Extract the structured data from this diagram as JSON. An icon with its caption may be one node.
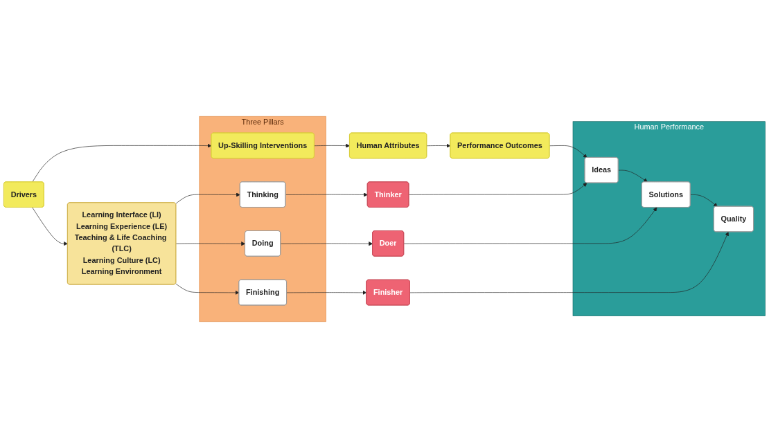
{
  "diagram": {
    "nodes": [
      {
        "text": [
          "Drivers"
        ]
      },
      {
        "text": [
          "Three Pillars"
        ]
      },
      {
        "text": [
          "Up-Skilling Interventions"
        ],
        "in": 1
      },
      {
        "text": [
          "Human Attributes"
        ]
      },
      {
        "text": [
          "Performance Outcomes"
        ]
      },
      {
        "text": [
          "Learning Interface (LI)",
          "Learning Experience (LE)",
          "Teaching & Life Coaching (TLC)",
          "Learning Culture (LC)",
          "Learning Environment"
        ]
      },
      {
        "text": [
          "Thinking"
        ],
        "in": 1
      },
      {
        "text": [
          "Thinker"
        ]
      },
      {
        "text": [
          "Human Performance"
        ]
      },
      {
        "text": [
          "Ideas"
        ],
        "in": 8
      },
      {
        "text": [
          "Doing"
        ],
        "in": 1
      },
      {
        "text": [
          "Doer"
        ]
      },
      {
        "text": [
          "Solutions"
        ],
        "in": 8
      },
      {
        "text": [
          "Finishing"
        ],
        "in": 1
      },
      {
        "text": [
          "Finisher"
        ]
      },
      {
        "text": [
          "Quality"
        ],
        "in": 8
      }
    ],
    "edges": [
      {
        "from": 0,
        "to": 2,
        "arrow": "to"
      },
      {
        "from": 2,
        "to": 3,
        "arrow": "to"
      },
      {
        "from": 3,
        "to": 4,
        "arrow": "to"
      },
      {
        "from": 0,
        "to": 5,
        "arrow": "to"
      },
      {
        "from": 4,
        "to": 9,
        "arrow": "to"
      },
      {
        "from": 5,
        "to": 6,
        "arrow": "to"
      },
      {
        "from": 5,
        "to": 10,
        "arrow": "to"
      },
      {
        "from": 5,
        "to": 13,
        "arrow": "to"
      },
      {
        "from": 6,
        "to": 7,
        "arrow": "to"
      },
      {
        "from": 10,
        "to": 11,
        "arrow": "to"
      },
      {
        "from": 13,
        "to": 14,
        "arrow": "to"
      },
      {
        "from": 7,
        "to": 9,
        "arrow": "to"
      },
      {
        "from": 11,
        "to": 12,
        "arrow": "to"
      },
      {
        "from": 14,
        "to": 15,
        "arrow": "to"
      },
      {
        "from": 9,
        "to": 12,
        "arrow": "to"
      },
      {
        "from": 12,
        "to": 15,
        "arrow": "to"
      }
    ]
  }
}
